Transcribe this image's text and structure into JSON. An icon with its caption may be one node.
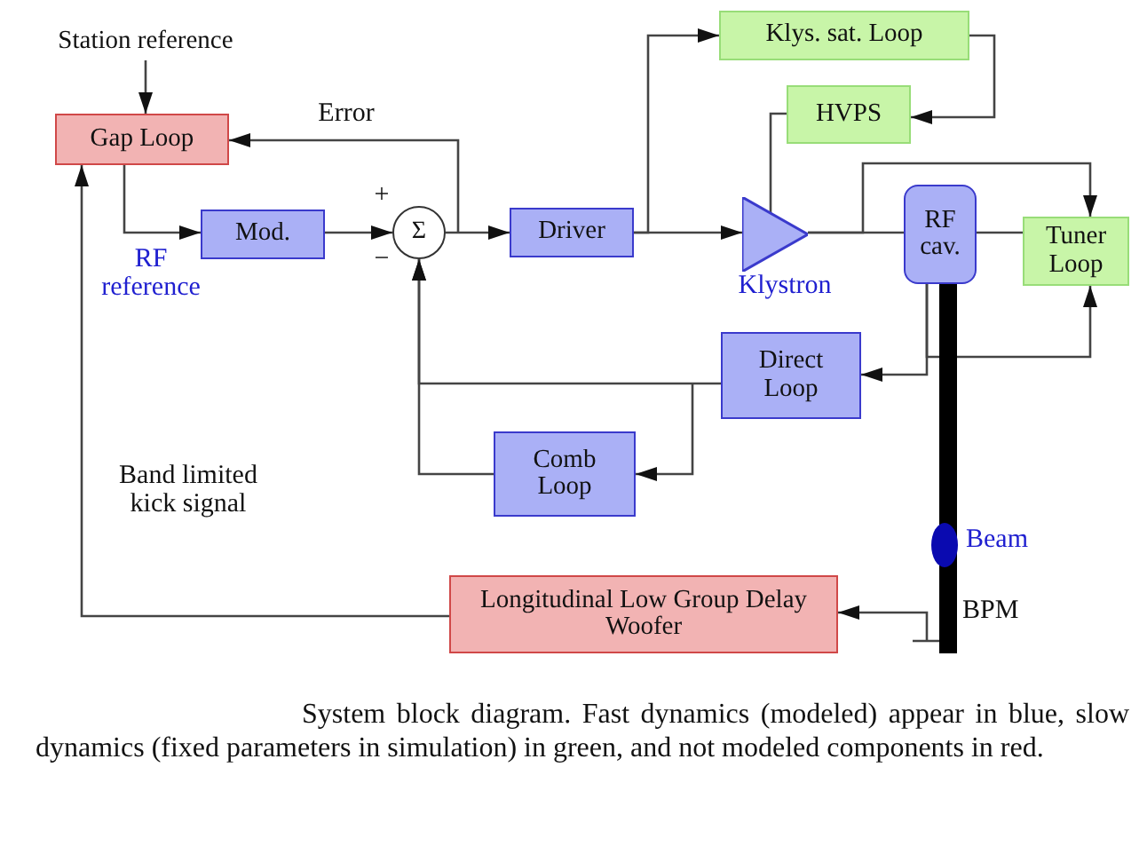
{
  "diagram": {
    "caption": "System block diagram. Fast dynamics (modeled) appear in blue, slow dynamics (fixed parameters in simulation) in green, and not modeled components in red.",
    "nodes": [
      {
        "text": [
          "Station reference"
        ]
      },
      {
        "text": [
          "Gap Loop"
        ]
      },
      {
        "text": [
          "Mod."
        ],
        "beside": [
          "RF reference"
        ]
      },
      {
        "text": [
          "Σ"
        ],
        "beside": [
          "+",
          "−"
        ]
      },
      {
        "text": [
          "Driver"
        ]
      },
      {
        "text": [],
        "shape": "triangle",
        "beside": [
          "Klystron"
        ]
      },
      {
        "text": [
          "Klys. sat. Loop"
        ]
      },
      {
        "text": [
          "HVPS"
        ]
      },
      {
        "text": [
          "RF cav."
        ]
      },
      {
        "text": [
          "Tuner Loop"
        ]
      },
      {
        "text": [
          "Direct Loop"
        ]
      },
      {
        "text": [
          "Comb Loop"
        ]
      },
      {
        "text": [
          "Longitudinal Low Group Delay Woofer"
        ]
      },
      {
        "text": [],
        "shape": "bar",
        "beside": [
          "Beam",
          "BPM"
        ]
      }
    ],
    "edges": [
      {
        "from": 0,
        "to": 1,
        "arrow": "to"
      },
      {
        "from": 1,
        "to": 2,
        "arrow": "to"
      },
      {
        "from": 2,
        "to": 3,
        "arrow": "to"
      },
      {
        "from": 3,
        "to": 4,
        "arrow": "to"
      },
      {
        "from": 3,
        "to": 1,
        "arrow": "to",
        "label": "Error"
      },
      {
        "from": 4,
        "to": 5,
        "arrow": "to"
      },
      {
        "from": 4,
        "to": 6,
        "arrow": "to"
      },
      {
        "from": 6,
        "to": 7,
        "arrow": "to"
      },
      {
        "from": 7,
        "to": 5,
        "arrow": "none"
      },
      {
        "from": 5,
        "to": 8,
        "arrow": "none"
      },
      {
        "from": 5,
        "to": 9,
        "arrow": "to"
      },
      {
        "from": 8,
        "to": 9,
        "arrow": "none"
      },
      {
        "from": 8,
        "to": 10,
        "arrow": "to"
      },
      {
        "from": 8,
        "to": 9,
        "arrow": "to"
      },
      {
        "from": 10,
        "to": 3,
        "arrow": "to"
      },
      {
        "from": 10,
        "to": 11,
        "arrow": "to"
      },
      {
        "from": 11,
        "to": 3,
        "arrow": "to"
      },
      {
        "from": 13,
        "to": 12,
        "arrow": "to"
      },
      {
        "from": 12,
        "to": 1,
        "arrow": "to",
        "label": "Band limited kick signal"
      }
    ]
  }
}
